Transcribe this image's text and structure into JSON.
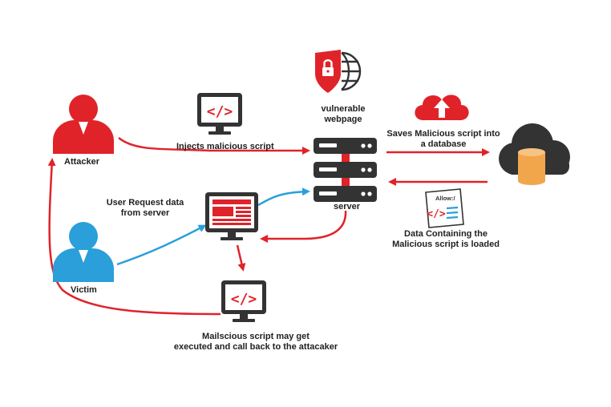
{
  "colors": {
    "red": "#e02329",
    "blue": "#2a9fd9",
    "dark": "#333333",
    "orange": "#f2a64c"
  },
  "nodes": {
    "attacker": {
      "label": "Attacker",
      "icon": "attacker-person-icon"
    },
    "victim": {
      "label": "Victim",
      "icon": "victim-person-icon"
    },
    "server": {
      "label": "server",
      "icon": "server-rack-icon"
    },
    "vulnerable_webpage": {
      "line1": "vulnerable",
      "line2": "webpage",
      "icon": "shield-lock-globe-icon"
    },
    "database": {
      "icon": "cloud-database-icon"
    },
    "cloud_upload": {
      "icon": "cloud-upload-icon"
    },
    "allow_doc": {
      "text": "Allow:/",
      "icon": "code-document-icon"
    }
  },
  "labels": {
    "injects": "Injects malicious script",
    "saves_line1": "Saves Malicious script into",
    "saves_line2": "a database",
    "user_request_line1": "User Request data",
    "user_request_line2": "from server",
    "data_containing_line1": "Data Containing the",
    "data_containing_line2": "Malicious script is loaded",
    "executed_line1": "Mailscious script may get",
    "executed_line2": "executed and call back to the attacaker"
  },
  "code_glyph": "</>"
}
